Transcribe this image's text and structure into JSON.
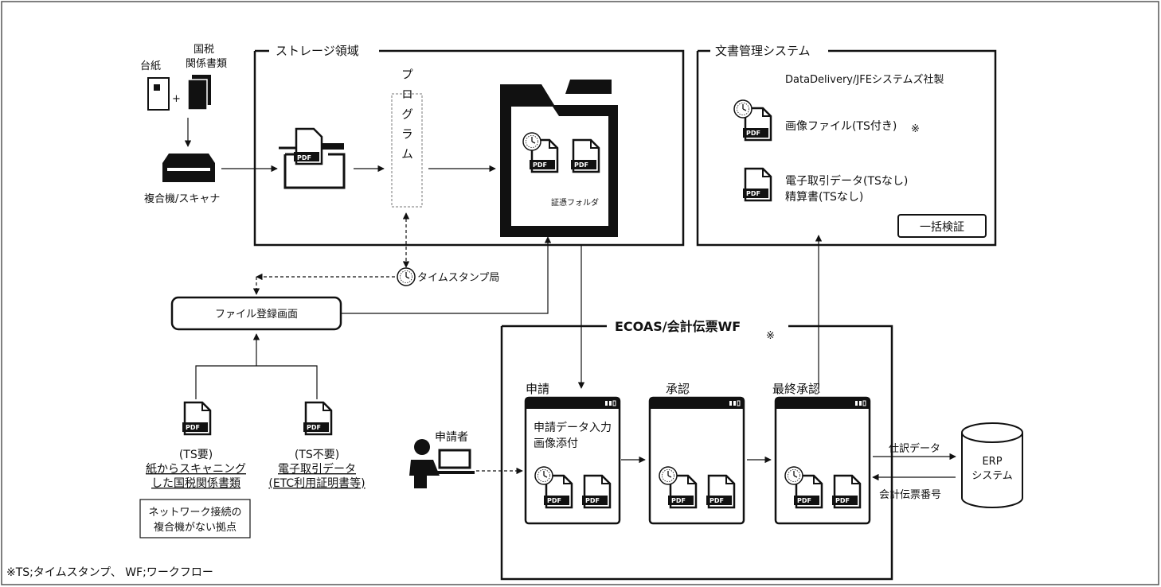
{
  "storage": {
    "title": "ストレージ領域",
    "program_label": "プログラム",
    "evidence_folder_label": "証憑フォルダ"
  },
  "dms": {
    "title": "文書管理システム",
    "vendor": "DataDelivery/JFEシステムズ社製",
    "image_file": "画像ファイル(TS付き)",
    "image_file_mark": "※",
    "edata": "電子取引データ(TSなし)",
    "settlement": "精算書(TSなし)",
    "bulk_verify_label": "一括検証"
  },
  "input": {
    "daishi_label": "台紙",
    "tax_docs_label_1": "国税",
    "tax_docs_label_2": "関係書類",
    "mfp_label": "複合機/スキャナ",
    "plus": "+"
  },
  "timestamp_authority_label": "タイムスタンプ局",
  "file_registration_screen_label": "ファイル登録画面",
  "ts_required": {
    "line1": "(TS要)",
    "line2": "紙からスキャニング",
    "line3": "した国税関係書類"
  },
  "ts_not_required": {
    "line1": "(TS不要)",
    "line2": "電子取引データ",
    "line3": "(ETC利用証明書等)"
  },
  "no_network_note": {
    "line1": "ネットワーク接続の",
    "line2": "複合機がない拠点"
  },
  "ecoas": {
    "title": "ECOAS/会計伝票WF",
    "title_mark": "※",
    "apply_label": "申請",
    "approve_label": "承認",
    "final_approve_label": "最終承認",
    "apply_screen_line1": "申請データ入力",
    "apply_screen_line2": "画像添付"
  },
  "applicant_label": "申請者",
  "erp": {
    "line1": "ERP",
    "line2": "システム",
    "journal_data_label": "仕訳データ",
    "voucher_number_label": "会計伝票番号"
  },
  "footnote": "※TS;タイムスタンプ、 WF;ワークフロー",
  "icons": {
    "pdf_label": "PDF"
  }
}
